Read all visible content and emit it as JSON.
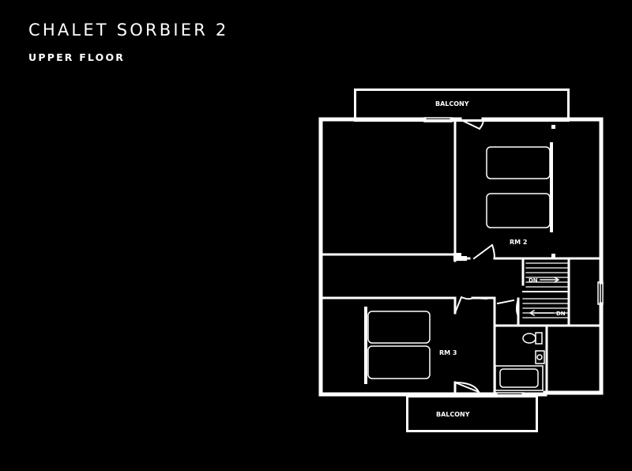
{
  "header": {
    "title": "CHALET SORBIER 2",
    "subtitle": "UPPER FLOOR"
  },
  "floorplan": {
    "labels": {
      "balcony_top": "BALCONY",
      "balcony_bottom": "BALCONY",
      "room_2": "RM 2",
      "room_3": "RM 3",
      "stairs_dn_upper": "DN",
      "stairs_dn_lower": "DN"
    }
  },
  "colors": {
    "background": "#000000",
    "lines": "#ffffff"
  }
}
